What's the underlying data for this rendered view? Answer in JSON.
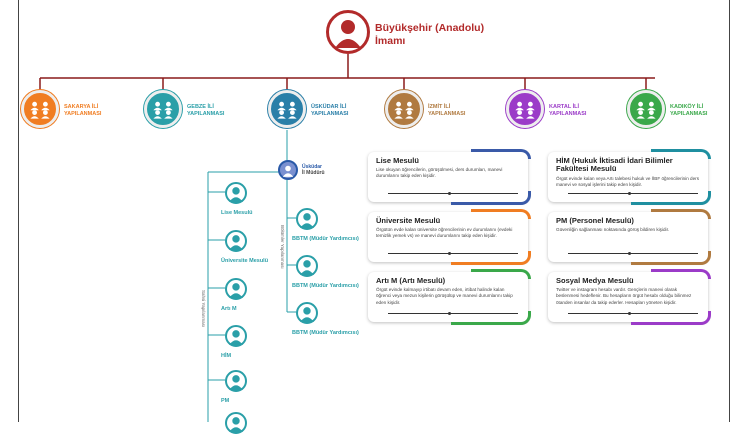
{
  "top": {
    "title_line1": "Büyükşehir (Anadolu)",
    "title_line2": "İmamı",
    "color": "#b22a2a"
  },
  "branches": [
    {
      "line1": "SAKARYA İLİ",
      "line2": "YAPILANMASI",
      "color": "#f07d22"
    },
    {
      "line1": "GEBZE İLİ",
      "line2": "YAPILANMASI",
      "color": "#2a9fa8"
    },
    {
      "line1": "ÜSKÜDAR İLİ",
      "line2": "YAPILANMASI",
      "color": "#2a7fa8"
    },
    {
      "line1": "İZMİT İLİ",
      "line2": "YAPILANMASI",
      "color": "#b07a40"
    },
    {
      "line1": "KARTAL İLİ",
      "line2": "YAPILANMASI",
      "color": "#9b3bc8"
    },
    {
      "line1": "KADIKÖY İLİ",
      "line2": "YAPILANMASI",
      "color": "#3aa84a"
    }
  ],
  "uskudar": {
    "line1": "Üsküdar",
    "line2": "İl Müdürü"
  },
  "left_column": {
    "vertical_label": "Sahsi Yapılanması",
    "items": [
      "Lise Mesulü",
      "Üniversite Mesulü",
      "Artı M",
      "HİM",
      "PM"
    ]
  },
  "right_column": {
    "vertical_label": "Bölümler Yapılanması",
    "items": [
      "BBTM (Müdür Yardımcısı)",
      "BBTM (Müdür Yardımcısı)",
      "BBTM (Müdür Yardımcısı)"
    ]
  },
  "cards": [
    {
      "title": "Lise Mesulü",
      "desc": "Lise okuyan öğrencilerin, görüşülmesi, ders durumları, manevi durumlarını takip eden kişidir.",
      "color": "#3a5aa8"
    },
    {
      "title": "HİM (Hukuk İktisadi İdari Bilimler Fakültesi Mesulü",
      "desc": "Örgüt evinde kalan veya Artı talebesi hukuk ve İİBF öğrencilerinin ders manevi ve sosyal işlerini takip eden kişidir.",
      "color": "#1f8fa0"
    },
    {
      "title": "Üniversite Mesulü",
      "desc": "Örgütün evde kalan üniversite öğrencilerinin ev durumlarını (evdeki temizlik yemek vs) ve manevi durumlarını takip eden kişidir.",
      "color": "#f07d22"
    },
    {
      "title": "PM (Personel Mesulü)",
      "desc": "Güvenliğin sağlanması noktasında görüş bildiren kişidir.",
      "color": "#b07a40"
    },
    {
      "title": "Artı M (Artı Mesulü)",
      "desc": "Örgüt evinde kalmayıp irtibatı devam eden, irtibat halinde kalan öğrenci veya mezun kişilerin görüşülüp ve manevi durumlarını takip eden kişidir.",
      "color": "#3aa84a"
    },
    {
      "title": "Sosyal Medya Mesulü",
      "desc": "Twitter ve instagram hesabı vardır. Gençlerin manevi olarak beslenmesi hedeflenir. Bu hesapların örgüt hesabı olduğu bilinmez ötanden insanlar da takip ederler. Hesapları yöneten kişidir.",
      "color": "#9b3bc8"
    }
  ]
}
